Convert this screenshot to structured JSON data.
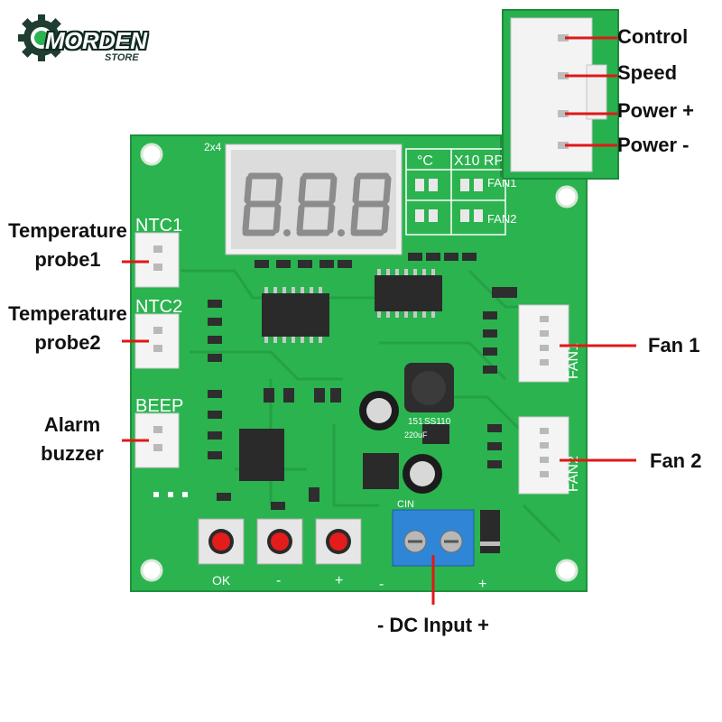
{
  "logo": {
    "brand": "MORDEN",
    "sub": "STORE"
  },
  "inset_labels": {
    "control": "Control",
    "speed": "Speed",
    "power_plus": "Power +",
    "power_minus": "Power -"
  },
  "left_labels": {
    "probe1_line1": "Temperature",
    "probe1_line2": "probe1",
    "probe2_line1": "Temperature",
    "probe2_line2": "probe2",
    "alarm_line1": "Alarm",
    "alarm_line2": "buzzer"
  },
  "right_labels": {
    "fan1": "Fan 1",
    "fan2": "Fan 2"
  },
  "bottom_label": "- DC Input +",
  "silkscreen": {
    "ntc1": "NTC1",
    "ntc2": "NTC2",
    "beep": "BEEP",
    "celsius": "°C",
    "x10rpm": "X10 RP",
    "fan1": "FAN1",
    "fan2": "FAN2",
    "fan1_side": "FAN1",
    "fan2_side": "FAN2",
    "ok": "OK",
    "minus": "-",
    "plus": "+",
    "dc_minus": "-",
    "dc_plus": "+",
    "cin": "CIN",
    "2x4": "2x4",
    "ss110": "SS110",
    "u151": "151",
    "cap220": "220uF"
  },
  "colors": {
    "pcb_green": "#2bb34f",
    "pcb_dark": "#1f8f3c",
    "callout_red": "#e01818",
    "led_red": "#e41c1c",
    "terminal_blue": "#2f86d6"
  }
}
